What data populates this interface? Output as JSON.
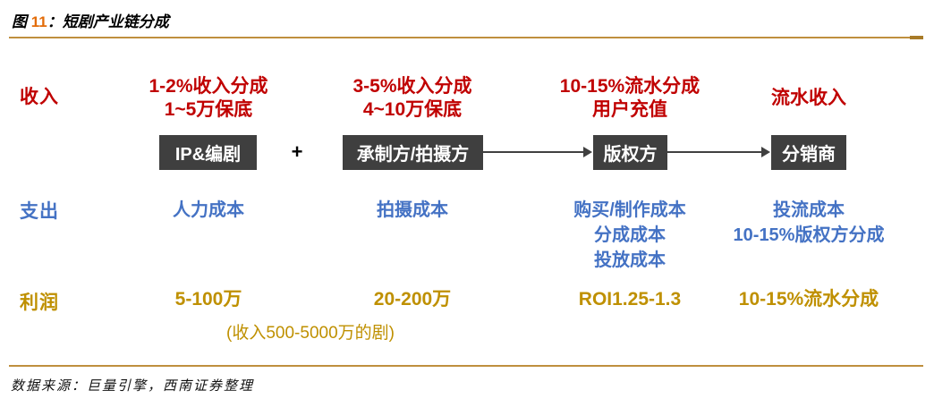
{
  "title": {
    "prefix": "图",
    "number": "11",
    "separator": "：",
    "text": "短剧产业链分成"
  },
  "colors": {
    "red": "#C00000",
    "blue": "#4472C4",
    "gold": "#BF9000",
    "node_background": "#3F3F3F",
    "node_text": "#FFFFFF",
    "rule_line": "#BF8F3E",
    "title_number": "#E36C09"
  },
  "row_labels": {
    "income": "收入",
    "expense": "支出",
    "profit": "利润"
  },
  "chain": {
    "plus": "+",
    "nodes": [
      {
        "label": "IP&编剧"
      },
      {
        "label": "承制方/拍摄方"
      },
      {
        "label": "版权方"
      },
      {
        "label": "分销商"
      }
    ]
  },
  "income": {
    "col1": [
      "1-2%收入分成",
      "1~5万保底"
    ],
    "col2": [
      "3-5%收入分成",
      "4~10万保底"
    ],
    "col3": [
      "10-15%流水分成",
      "用户充值"
    ],
    "col4": [
      "流水收入"
    ]
  },
  "expense": {
    "col1": [
      "人力成本"
    ],
    "col2": [
      "拍摄成本"
    ],
    "col3": [
      "购买/制作成本",
      "分成成本",
      "投放成本"
    ],
    "col4": [
      "投流成本",
      "10-15%版权方分成"
    ]
  },
  "profit": {
    "col1": "5-100万",
    "col2": "20-200万",
    "col3": "ROI1.25-1.3",
    "col4": "10-15%流水分成",
    "note": "(收入500-5000万的剧)"
  },
  "footer": {
    "source": "数据来源：巨量引擎，西南证券整理"
  }
}
